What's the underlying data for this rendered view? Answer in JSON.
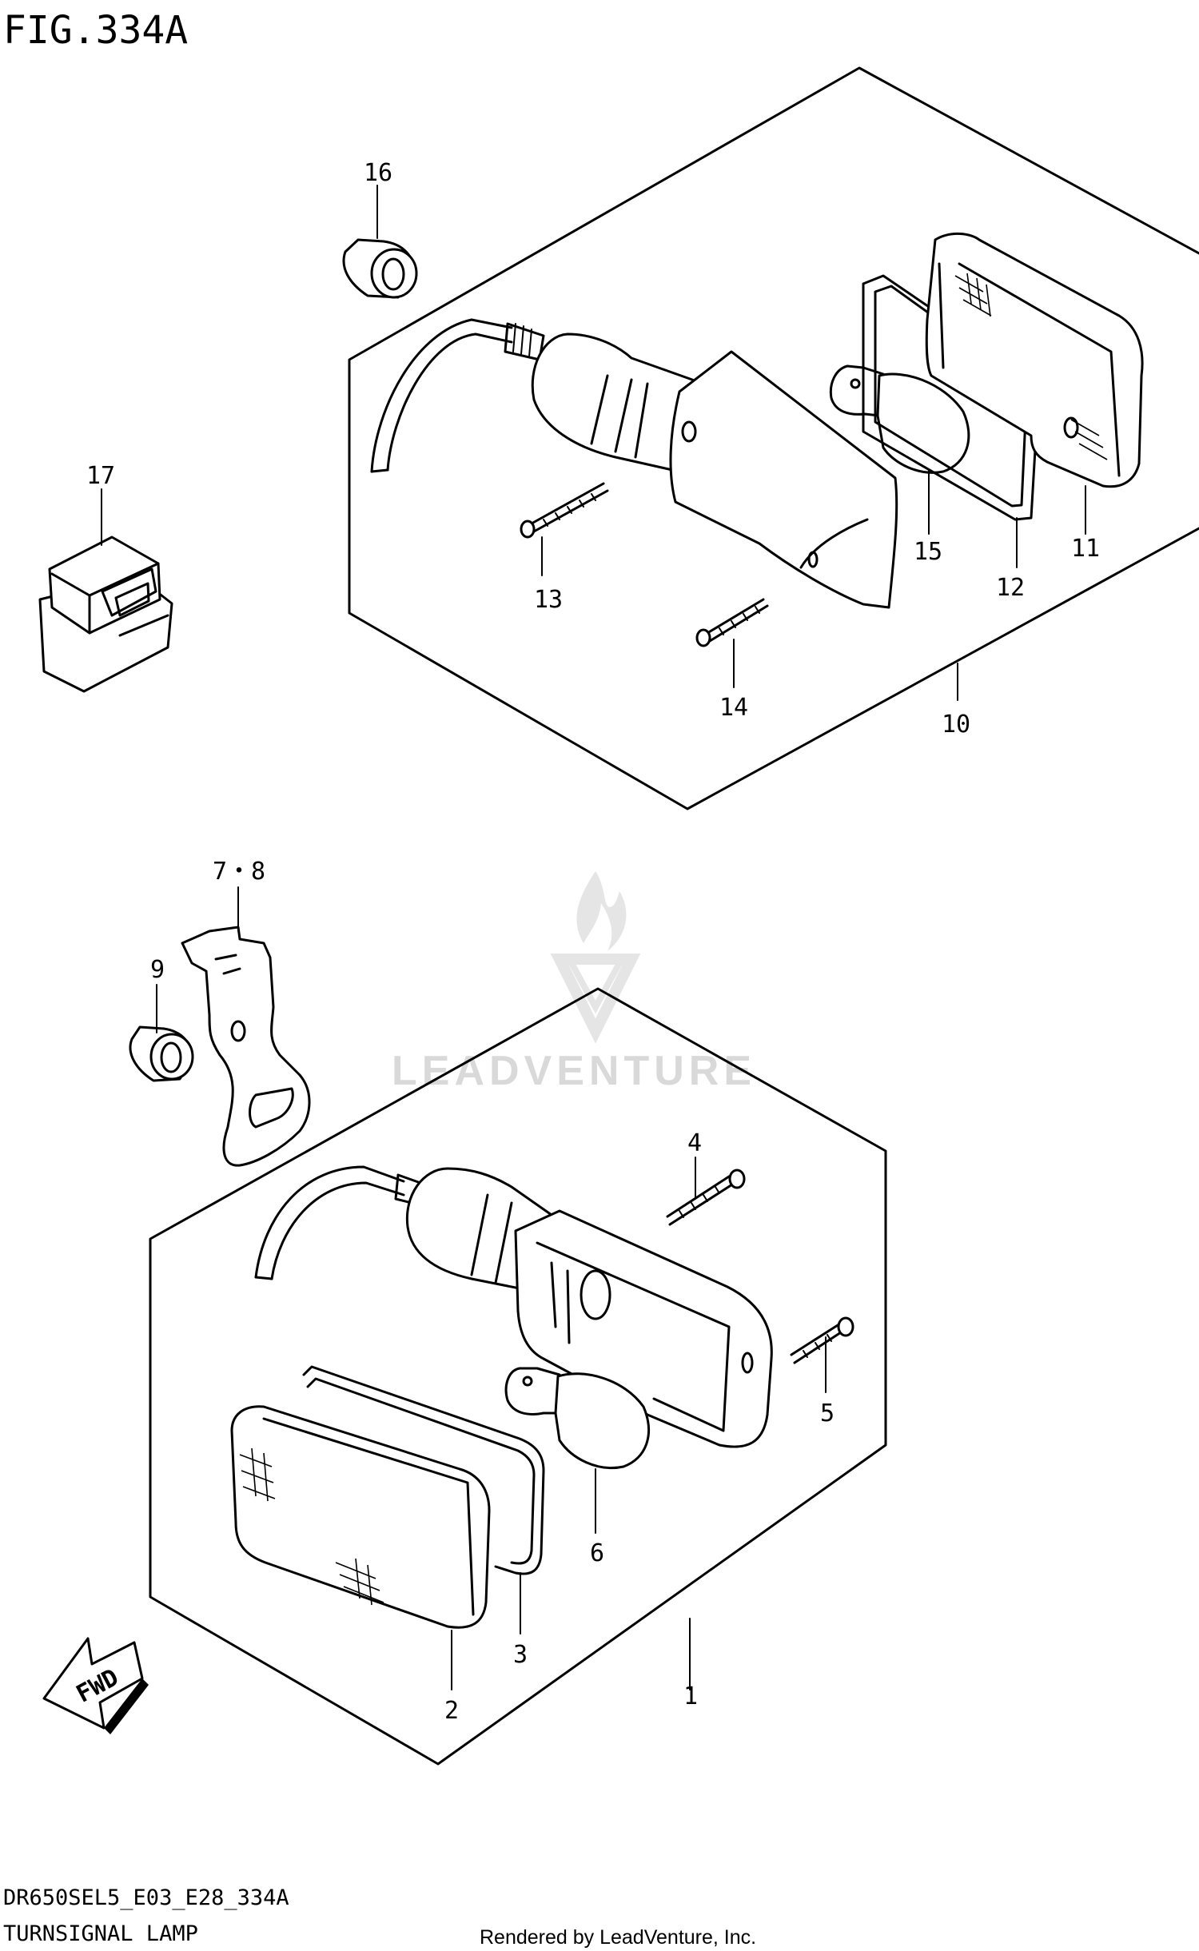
{
  "figure": {
    "title": "FIG.334A",
    "code": "DR650SEL5_E03_E28_334A",
    "name": "TURNSIGNAL LAMP",
    "credit": "Rendered by LeadVenture, Inc.",
    "watermark": "LEADVENTURE",
    "fwd_label": "FWD"
  },
  "callouts": {
    "c1": "1",
    "c2": "2",
    "c3": "3",
    "c4": "4",
    "c5": "5",
    "c6": "6",
    "c78": "7・8",
    "c9": "9",
    "c10": "10",
    "c11": "11",
    "c12": "12",
    "c13": "13",
    "c14": "14",
    "c15": "15",
    "c16": "16",
    "c17": "17"
  }
}
